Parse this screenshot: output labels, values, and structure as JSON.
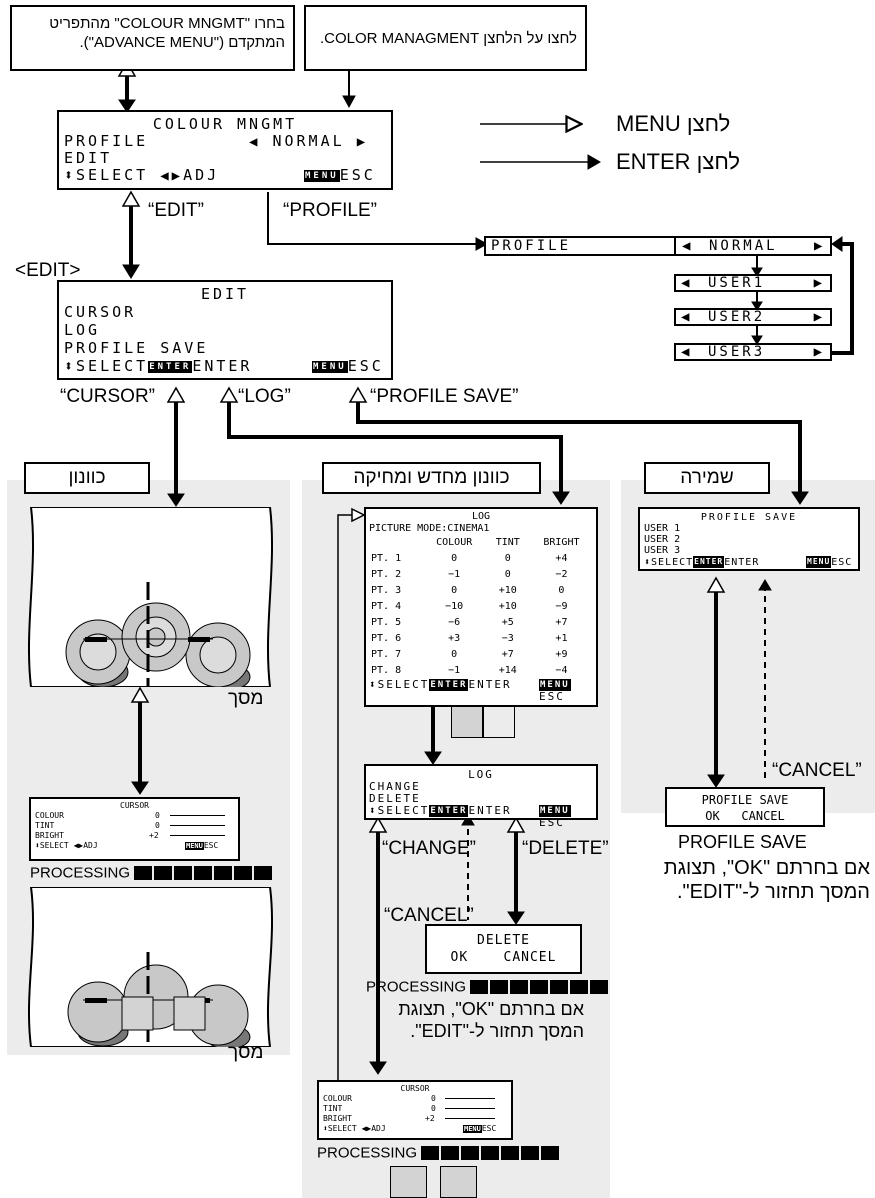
{
  "notes": {
    "top_left": "בחרו \"COLOUR MNGMT\" מהתפריט המתקדם (\"ADVANCE MENU\").",
    "top_right": "לחצו על הלחצן COLOR MANAGMENT."
  },
  "legend": {
    "menu": "לחצן MENU",
    "enter": "לחצן ENTER"
  },
  "colour_mngmt": {
    "title": "COLOUR MNGMT",
    "profile_label": "PROFILE",
    "profile_value": "NORMAL",
    "edit": "EDIT",
    "select": "SELECT",
    "adj": "ADJ",
    "menu_chip": "MENU",
    "esc": "ESC"
  },
  "labels": {
    "edit_q": "“EDIT”",
    "profile_q": "“PROFILE”",
    "edit_tag": "<EDIT>",
    "cursor_q": "“CURSOR”",
    "log_q": "“LOG”",
    "profile_save_q": "“PROFILE SAVE”",
    "change_q": "“CHANGE”",
    "delete_q": "“DELETE”",
    "cancel_q1": "“CANCEL”",
    "cancel_q2": "“CANCEL”"
  },
  "profile_chain": {
    "label": "PROFILE",
    "options": [
      "NORMAL",
      "USER1",
      "USER2",
      "USER3"
    ]
  },
  "edit_menu": {
    "title": "EDIT",
    "items": [
      "CURSOR",
      "LOG",
      "PROFILE SAVE"
    ],
    "select": "SELECT",
    "enter_chip": "ENTER",
    "enter": "ENTER",
    "menu_chip": "MENU",
    "esc": "ESC"
  },
  "panels": {
    "cursor_title": "כוונון",
    "log_title": "כוונון מחדש ומחיקה",
    "save_title": "שמירה"
  },
  "screen_label": "מסך",
  "cursor_osd": {
    "title": "CURSOR",
    "rows": [
      {
        "name": "COLOUR",
        "value": "0"
      },
      {
        "name": "TINT",
        "value": "0"
      },
      {
        "name": "BRIGHT",
        "value": "+2"
      }
    ],
    "select": "SELECT",
    "adj": "ADJ",
    "menu_chip": "MENU",
    "esc": "ESC"
  },
  "processing": "PROCESSING",
  "log_osd": {
    "title": "LOG",
    "mode": "PICTURE MODE:CINEMA1",
    "headers": [
      "",
      "COLOUR",
      "TINT",
      "BRIGHT"
    ],
    "rows": [
      [
        "PT. 1",
        "0",
        "0",
        "+4"
      ],
      [
        "PT. 2",
        "−1",
        "0",
        "−2"
      ],
      [
        "PT. 3",
        "0",
        "+10",
        "0"
      ],
      [
        "PT. 4",
        "−10",
        "+10",
        "−9"
      ],
      [
        "PT. 5",
        "−6",
        "+5",
        "+7"
      ],
      [
        "PT. 6",
        "+3",
        "−3",
        "+1"
      ],
      [
        "PT. 7",
        "0",
        "+7",
        "+9"
      ],
      [
        "PT. 8",
        "−1",
        "+14",
        "−4"
      ]
    ],
    "select": "SELECT",
    "enter_chip": "ENTER",
    "enter": "ENTER",
    "menu_chip": "MENU",
    "esc": "ESC"
  },
  "log_action": {
    "title": "LOG",
    "items": [
      "CHANGE",
      "DELETE"
    ],
    "select": "SELECT",
    "enter_chip": "ENTER",
    "enter": "ENTER",
    "menu_chip": "MENU",
    "esc": "ESC"
  },
  "delete_confirm": {
    "title": "DELETE",
    "ok": "OK",
    "cancel": "CANCEL"
  },
  "profile_save_osd": {
    "title": "PROFILE SAVE",
    "items": [
      "USER 1",
      "USER 2",
      "USER 3"
    ],
    "select": "SELECT",
    "enter_chip": "ENTER",
    "enter": "ENTER",
    "menu_chip": "MENU",
    "esc": "ESC"
  },
  "profile_save_confirm": {
    "title": "PROFILE SAVE",
    "ok": "OK",
    "cancel": "CANCEL"
  },
  "profile_save_caption": "PROFILE SAVE",
  "ok_note_line1": "אם בחרתם \"OK\", תצוגת",
  "ok_note_line2": "המסך תחזור ל-\"EDIT\"."
}
